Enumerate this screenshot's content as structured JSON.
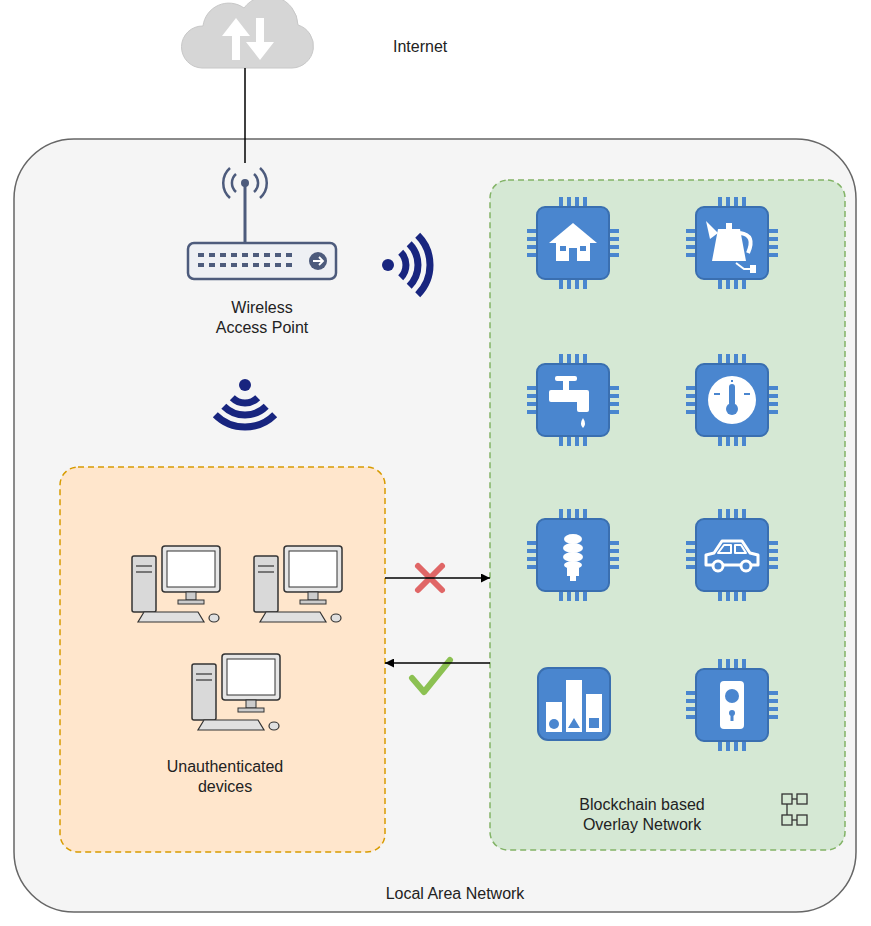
{
  "diagram": {
    "nodes": [
      {
        "text": [
          "Internet"
        ]
      },
      {
        "text": [
          "Local Area Network"
        ]
      },
      {
        "text": [
          "Wireless Access Point"
        ],
        "in": 1
      },
      {
        "text": [
          "Unauthenticated devices"
        ],
        "in": 1
      },
      {
        "text": [
          "Blockchain based Overlay Network"
        ],
        "in": 1
      }
    ],
    "edges": [
      {
        "from": 0,
        "to": 2,
        "arrow": "none"
      },
      {
        "from": 3,
        "to": 4,
        "arrow": "to"
      },
      {
        "from": 4,
        "to": 3,
        "arrow": "to"
      }
    ]
  }
}
